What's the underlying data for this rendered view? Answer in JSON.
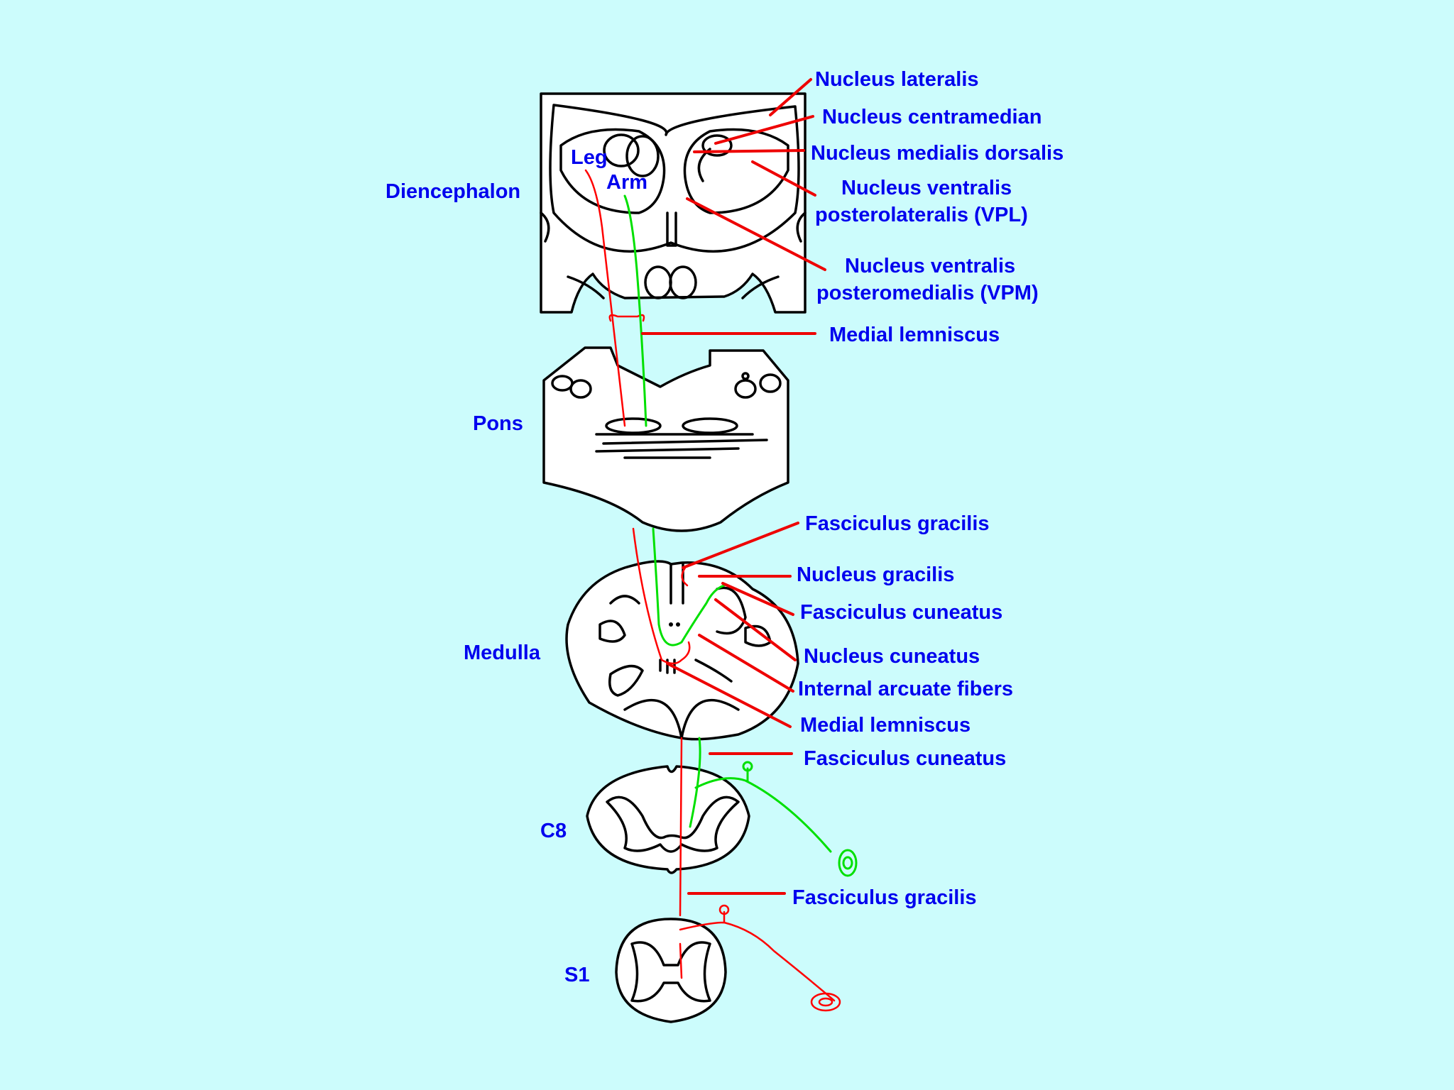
{
  "colors": {
    "background": "#ccfcfc",
    "label_text": "#0000ee",
    "leader_lines": "#ee0000",
    "leg_pathway": "#ff0000",
    "arm_pathway": "#00e000",
    "outline": "#000000"
  },
  "levels": {
    "diencephalon": "Diencephalon",
    "pons": "Pons",
    "medulla": "Medulla",
    "c8": "C8",
    "s1": "S1"
  },
  "inner_labels": {
    "leg": "Leg",
    "arm": "Arm"
  },
  "labels": {
    "nucleus_lateralis": "Nucleus lateralis",
    "nucleus_centramedian": "Nucleus centramedian",
    "nucleus_medialis_dorsalis": "Nucleus medialis dorsalis",
    "vpl_line1": "Nucleus ventralis",
    "vpl_line2": "posterolateralis (VPL)",
    "vpm_line1": "Nucleus ventralis",
    "vpm_line2": "posteromedialis (VPM)",
    "medial_lemniscus_upper": "Medial lemniscus",
    "fasciculus_gracilis_medulla": "Fasciculus gracilis",
    "nucleus_gracilis": "Nucleus gracilis",
    "fasciculus_cuneatus_medulla": "Fasciculus cuneatus",
    "nucleus_cuneatus": "Nucleus cuneatus",
    "internal_arcuate_fibers": "Internal arcuate fibers",
    "medial_lemniscus_medulla": "Medial lemniscus",
    "fasciculus_cuneatus_c8": "Fasciculus cuneatus",
    "fasciculus_gracilis_s1": "Fasciculus gracilis"
  }
}
